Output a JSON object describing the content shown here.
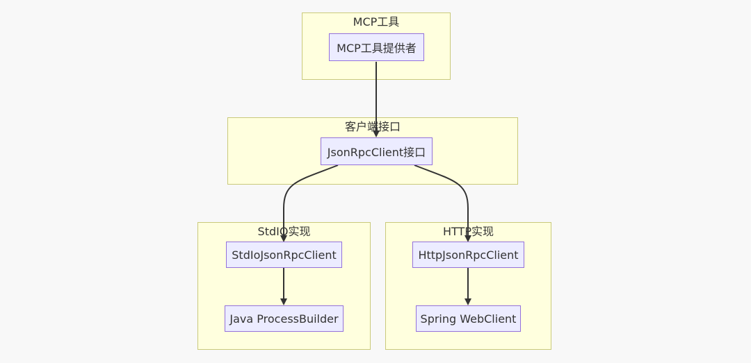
{
  "clusters": {
    "mcp_tools": {
      "title": "MCP工具"
    },
    "client_interface": {
      "title": "客户端接口"
    },
    "stdio_impl": {
      "title": "StdIO实现"
    },
    "http_impl": {
      "title": "HTTP实现"
    }
  },
  "nodes": {
    "mcp_tool_provider": {
      "label": "MCP工具提供者"
    },
    "json_rpc_client": {
      "label": "JsonRpcClient接口"
    },
    "stdio_json_rpc_client": {
      "label": "StdIoJsonRpcClient"
    },
    "java_process_builder": {
      "label": "Java ProcessBuilder"
    },
    "http_json_rpc_client": {
      "label": "HttpJsonRpcClient"
    },
    "spring_web_client": {
      "label": "Spring WebClient"
    }
  },
  "colors": {
    "background": "#f8f8f8",
    "cluster_fill": "#ffffde",
    "cluster_border": "#c9c97a",
    "node_fill": "#ececff",
    "node_border": "#9370db",
    "edge": "#333333"
  }
}
